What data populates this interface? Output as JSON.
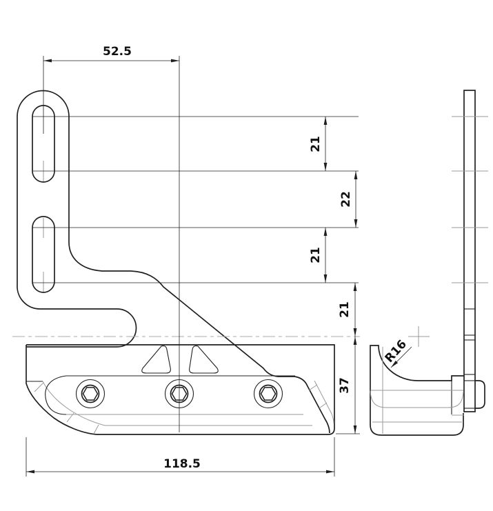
{
  "drawing": {
    "type": "technical-drawing",
    "views": {
      "front_view": "bracket front view with two vertical slots, gusset, base with three socket head bolts and two triangular cutouts",
      "side_view": "bracket side view with thin vertical plate, foot block with R16 fillet and protruding bolt head"
    },
    "dimensions": {
      "top_width": "52.5",
      "v1": "21",
      "v2": "22",
      "v3": "21",
      "v4": "21",
      "v5": "37",
      "bottom_width": "118.5",
      "radius": "R16"
    },
    "colors": {
      "line": "#1f1f1f",
      "aux": "#9a9a9a",
      "background": "#ffffff"
    }
  }
}
